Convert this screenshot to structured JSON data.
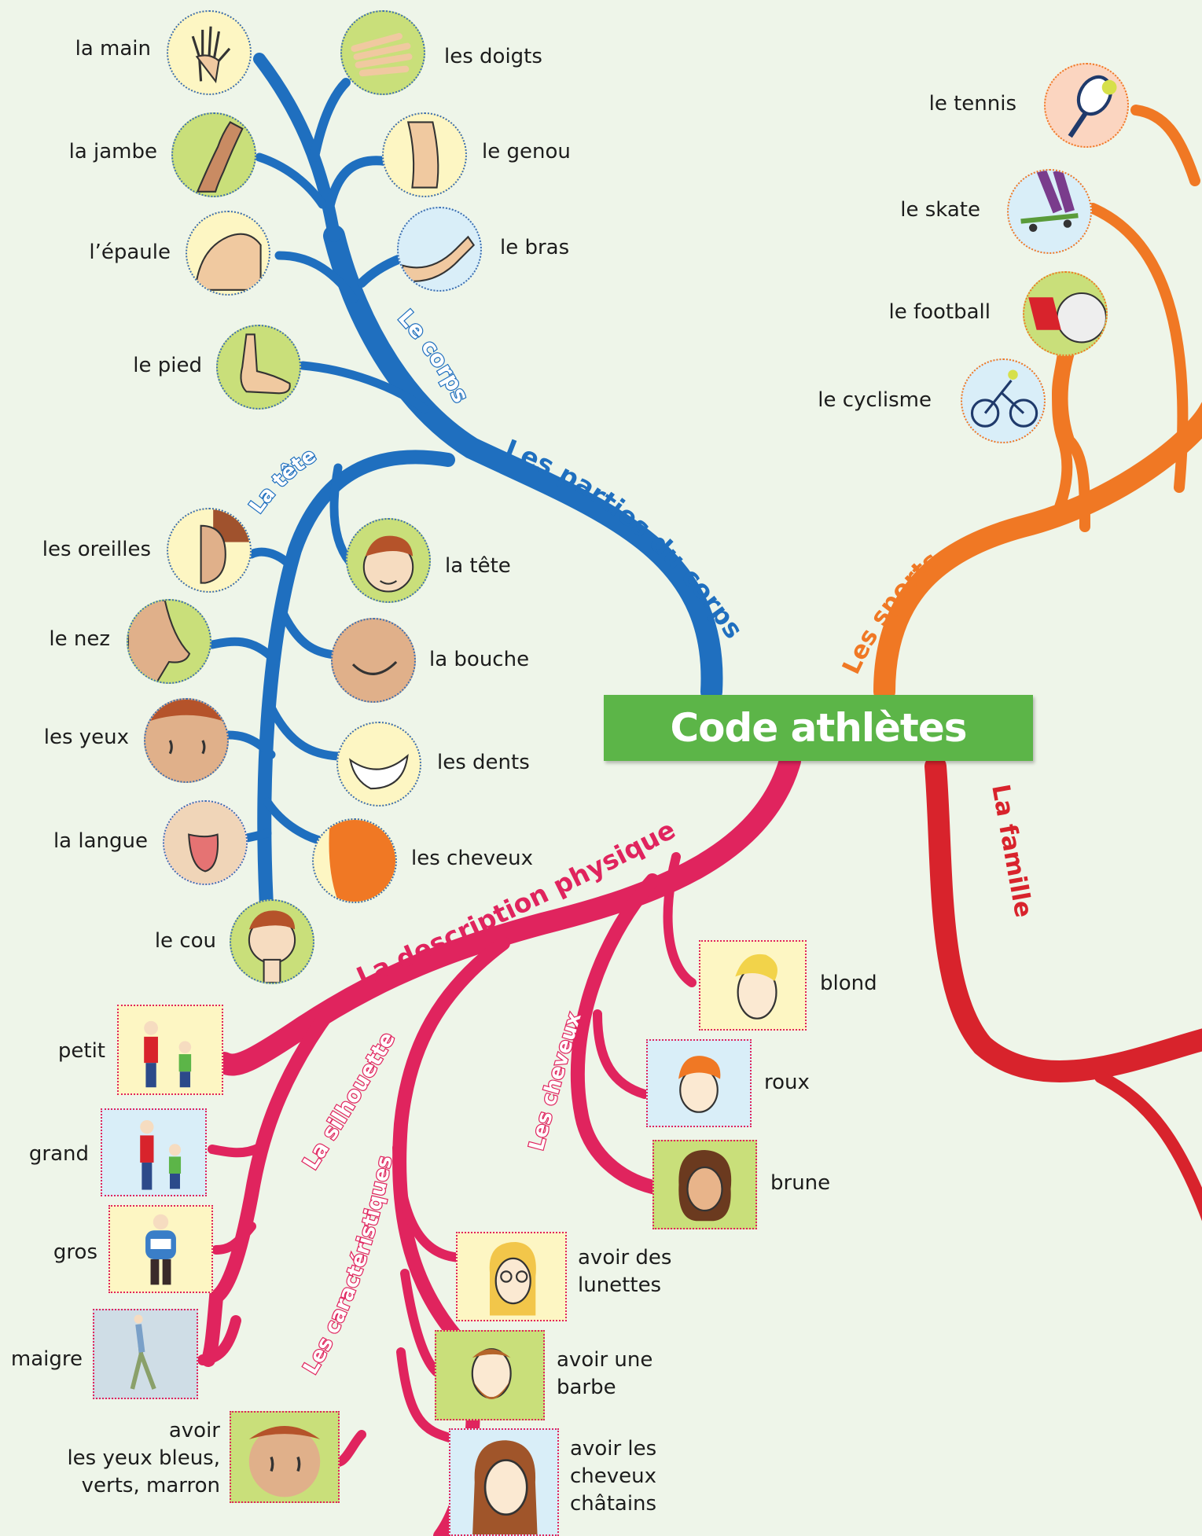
{
  "title": "Code athlètes",
  "colors": {
    "body": "#1f6fbf",
    "sports": "#f07824",
    "family": "#d8232c",
    "description": "#e0245e",
    "center": "#5cb548",
    "background": "#eef5e9"
  },
  "branches": {
    "corps_main": "Les parties du corps",
    "corps": "Le corps",
    "tete_branch": "La tête",
    "sports": "Les sports",
    "famille": "La famille",
    "description": "La description physique",
    "silhouette": "La silhouette",
    "caracteristiques": "Les caractéristiques",
    "cheveux_branch": "Les cheveux"
  },
  "body_parts": {
    "main": "la main",
    "doigts": "les doigts",
    "jambe": "la jambe",
    "genou": "le genou",
    "epaule": "l’épaule",
    "bras": "le bras",
    "pied": "le pied"
  },
  "head_parts": {
    "oreilles": "les oreilles",
    "tete": "la tête",
    "nez": "le nez",
    "bouche": "la bouche",
    "yeux": "les yeux",
    "dents": "les dents",
    "langue": "la langue",
    "cheveux": "les cheveux",
    "cou": "le cou"
  },
  "sports": {
    "tennis": "le tennis",
    "skate": "le skate",
    "football": "le football",
    "cyclisme": "le cyclisme"
  },
  "description": {
    "blond": "blond",
    "roux": "roux",
    "brune": "brune",
    "petit": "petit",
    "grand": "grand",
    "gros": "gros",
    "maigre": "maigre",
    "lunettes": [
      "avoir des",
      "lunettes"
    ],
    "barbe": [
      "avoir une",
      "barbe"
    ],
    "yeux_couleurs": [
      "avoir",
      "les yeux bleus,",
      "verts, marron"
    ],
    "chatains": [
      "avoir les",
      "cheveux",
      "châtains"
    ]
  }
}
